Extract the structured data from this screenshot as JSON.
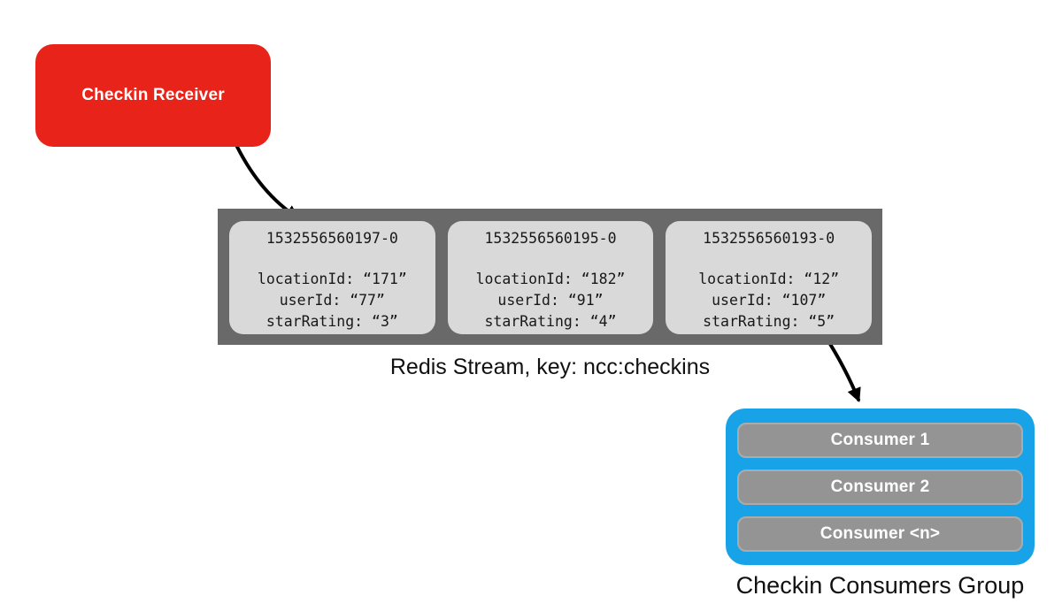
{
  "colors": {
    "receiver_red": "#e8231a",
    "stream_container_gray": "#696969",
    "entry_card_gray": "#d9d9d9",
    "consumers_blue": "#18a3e8",
    "consumer_bar_gray": "#949494",
    "arrow_black": "#000000",
    "background": "#ffffff"
  },
  "receiver": {
    "label": "Checkin Receiver"
  },
  "stream": {
    "caption": "Redis Stream, key: ncc:checkins",
    "entries": [
      {
        "id": "1532556560197-0",
        "fields": [
          "locationId: “171”",
          "userId: “77”",
          "starRating: “3”"
        ]
      },
      {
        "id": "1532556560195-0",
        "fields": [
          "locationId: “182”",
          "userId: “91”",
          "starRating: “4”"
        ]
      },
      {
        "id": "1532556560193-0",
        "fields": [
          "locationId: “12”",
          "userId: “107”",
          "starRating: “5”"
        ]
      }
    ]
  },
  "consumers": {
    "caption": "Checkin Consumers Group",
    "items": [
      {
        "label": "Consumer 1"
      },
      {
        "label": "Consumer 2"
      },
      {
        "label": "Consumer <n>"
      }
    ]
  }
}
